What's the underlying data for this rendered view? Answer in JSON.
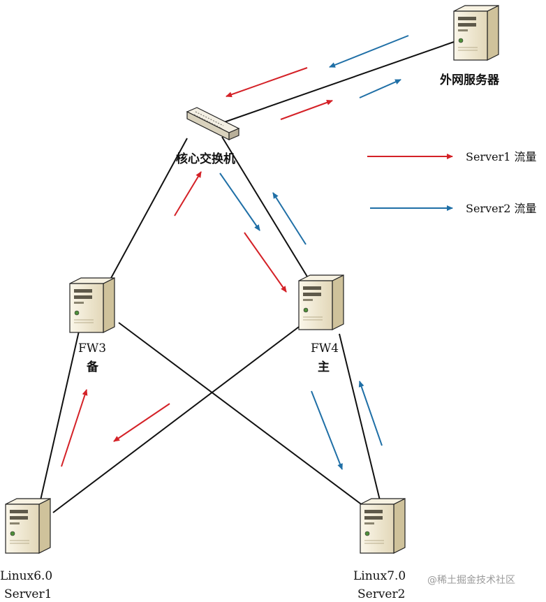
{
  "colors": {
    "server1_flow": "#d42127",
    "server2_flow": "#1f6fa6",
    "link": "#111111",
    "device_body": "#f1ead6",
    "device_shadow": "#d8cba6",
    "device_dark": "#7d7765"
  },
  "nodes": {
    "external_server": {
      "label": "外网服务器"
    },
    "core_switch": {
      "label": "核心交换机"
    },
    "fw3": {
      "label": "FW3",
      "role": "备"
    },
    "fw4": {
      "label": "FW4",
      "role": "主"
    },
    "linux6": {
      "label": "Linux6.0",
      "sub": "Server1"
    },
    "linux7": {
      "label": "Linux7.0",
      "sub": "Server2"
    }
  },
  "legend": {
    "server1": "Server1 流量",
    "server2": "Server2 流量"
  },
  "watermark": "@稀土掘金技术社区"
}
